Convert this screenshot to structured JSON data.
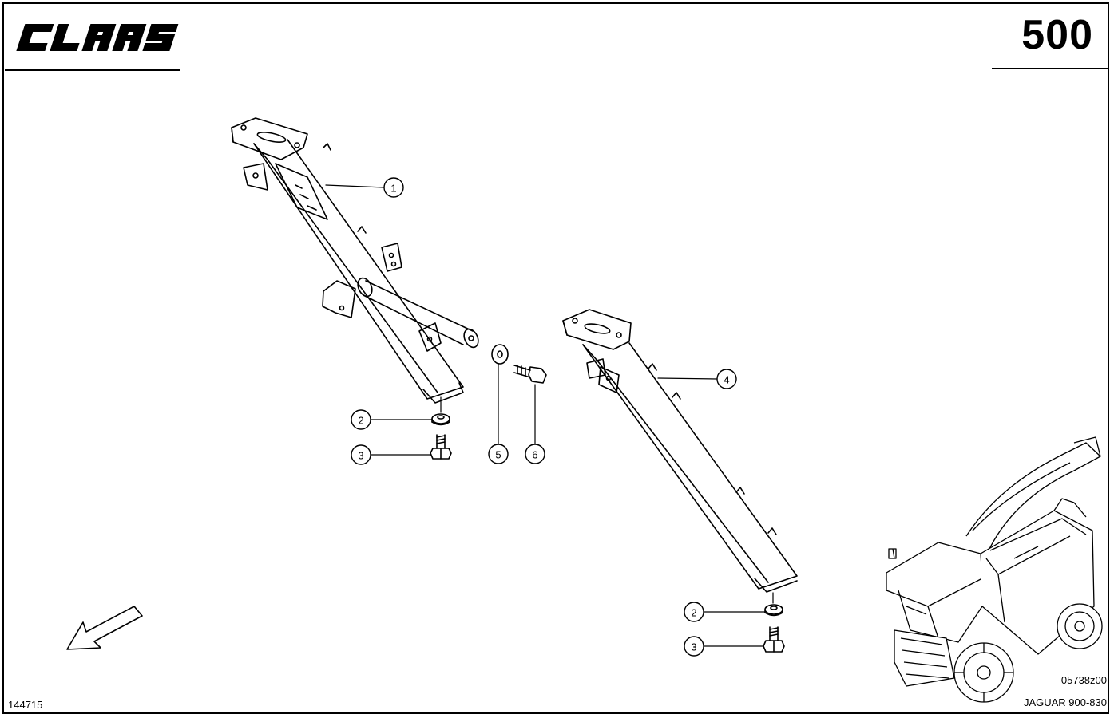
{
  "header": {
    "brand": "CLAAS",
    "page_number": "500"
  },
  "callouts": {
    "c1": "1",
    "c2a": "2",
    "c3a": "3",
    "c4": "4",
    "c5": "5",
    "c6": "6",
    "c2b": "2",
    "c3b": "3"
  },
  "footer": {
    "sheet_id": "144715",
    "figure_code": "05738z00",
    "model": "JAGUAR 900-830"
  },
  "icons": [
    "direction-arrow-icon",
    "forage-harvester-illustration"
  ]
}
